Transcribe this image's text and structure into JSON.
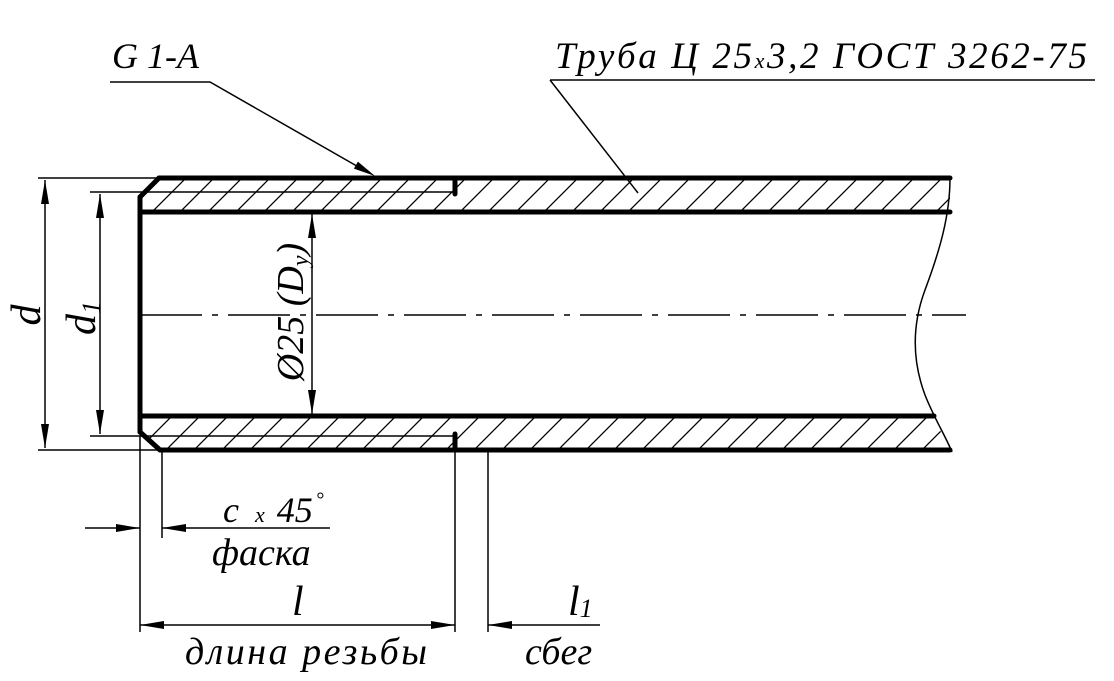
{
  "labels": {
    "thread": "G 1-A",
    "pipe": {
      "part1": "Труба Ц 25",
      "times": "x",
      "part2": "3,2 ГОСТ 3262-75"
    },
    "d": "d",
    "d1": {
      "main": "d",
      "sub": "1"
    },
    "dy": {
      "main": "Ø25 (D",
      "sub": "y",
      "close": ")"
    },
    "chamfer": {
      "c": "c",
      "times": "x",
      "angle": "45",
      "deg": "°",
      "caption": "фаска"
    },
    "length": {
      "symbol": "l",
      "caption": "длина резьбы"
    },
    "runout": {
      "symbol": "l",
      "sub": "1",
      "caption": "сбег"
    }
  },
  "colors": {
    "ink": "#000000",
    "background": "#ffffff"
  }
}
